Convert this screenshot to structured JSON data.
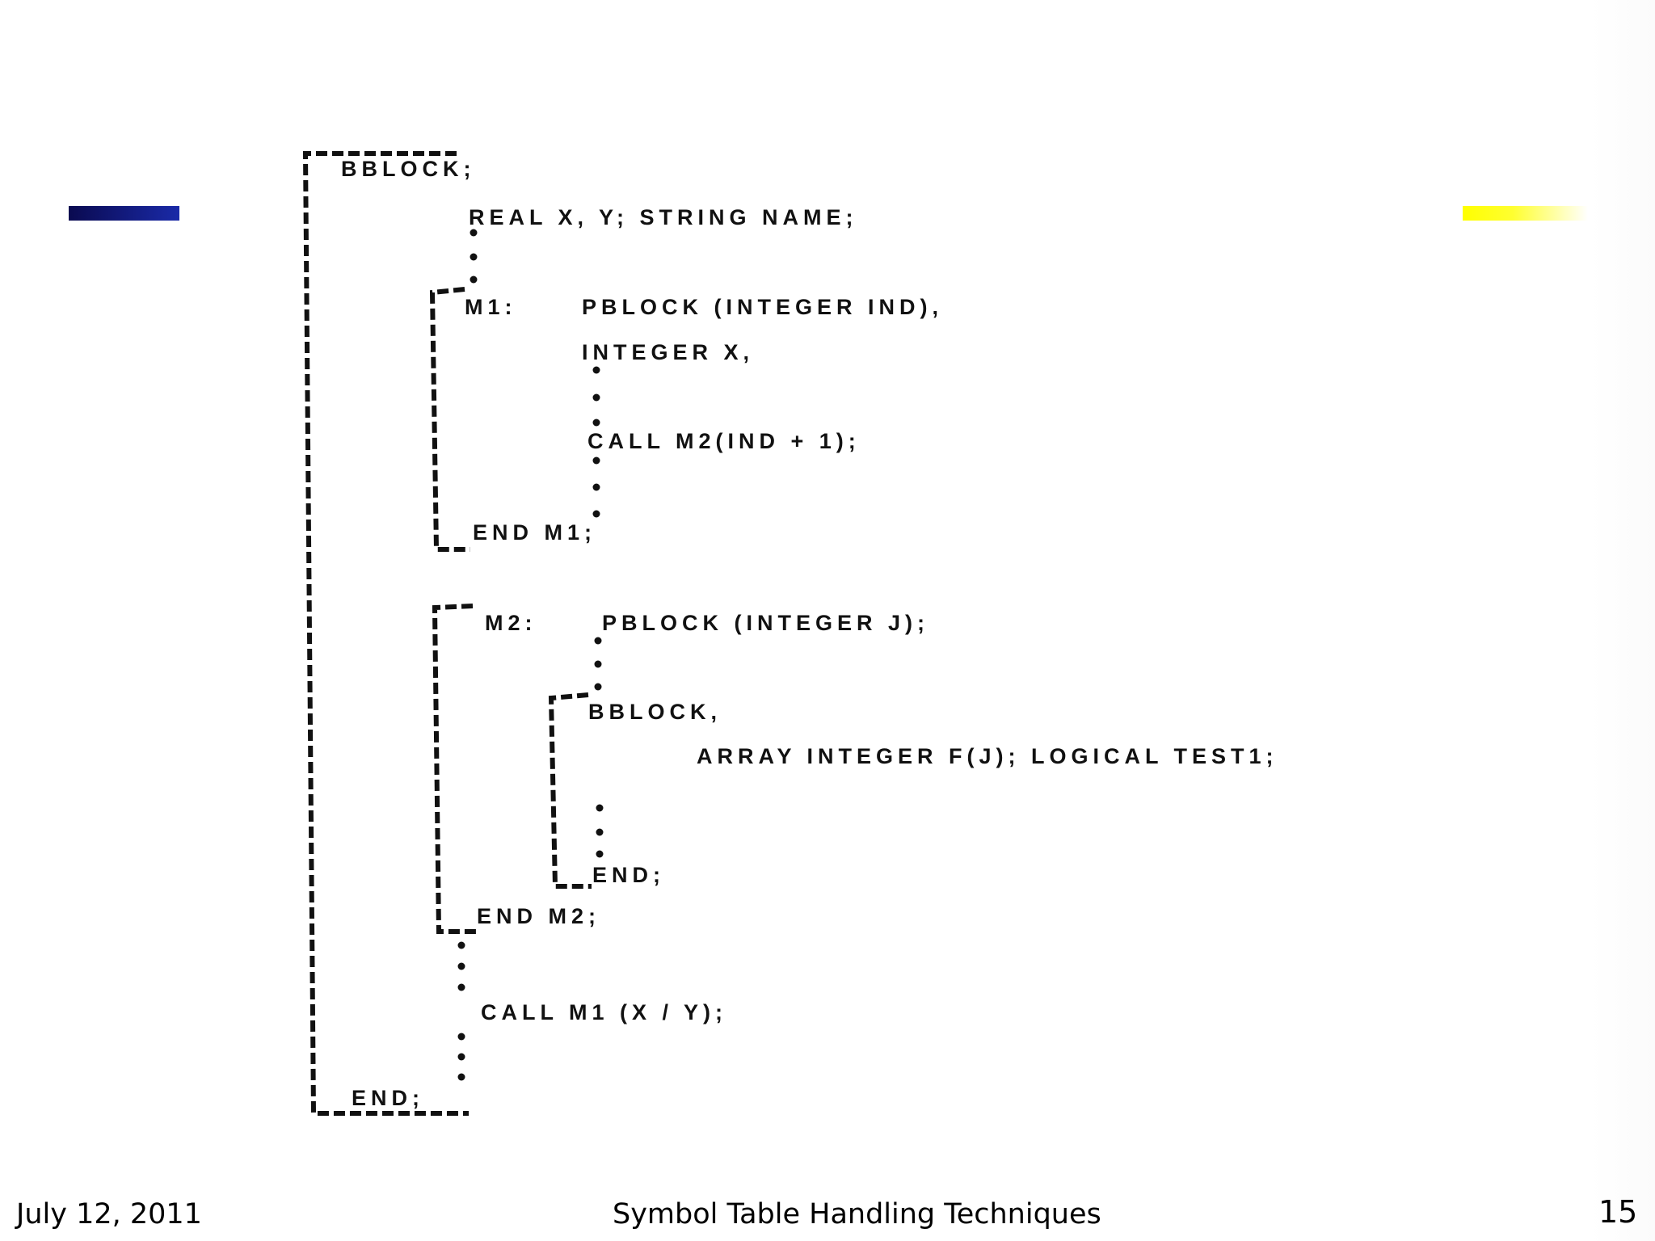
{
  "figure": {
    "lines": [
      "BBLOCK;",
      "REAL X, Y; STRING NAME;",
      "M1:",
      "PBLOCK (INTEGER IND),",
      "INTEGER X,",
      "CALL M2(IND + 1);",
      "END M1;",
      "M2:",
      "PBLOCK (INTEGER J);",
      "BBLOCK,",
      "ARRAY INTEGER F(J); LOGICAL TEST1;",
      "END;",
      "END M2;",
      "CALL M1 (X / Y);",
      "END;"
    ]
  },
  "footer": {
    "date": "July 12, 2011",
    "title": "Symbol Table Handling Techniques",
    "page_number": "15"
  },
  "colors": {
    "left_bar": "#1a2aa8",
    "right_bar": "#ffff00"
  }
}
